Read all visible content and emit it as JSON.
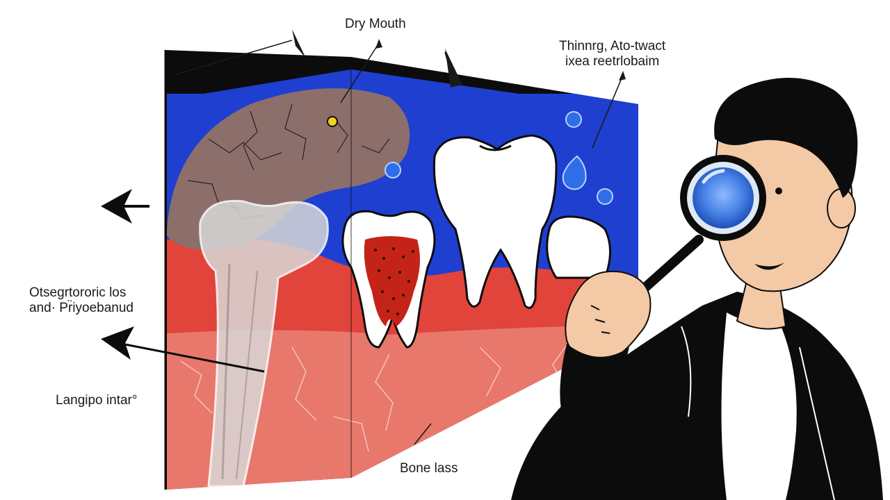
{
  "labels": {
    "dry_mouth": "Dry Mouth",
    "thinning": [
      "Thinnrg, Ato-twact",
      "ixea reetrlobaim"
    ],
    "osteoporotic": [
      "Otsegrtororic los",
      "and· Pr̈iyoebanud"
    ],
    "langipo": "Langipo intar°",
    "bone_loss": "Bone lass"
  },
  "colors": {
    "panel_black": "#0c0c0c",
    "background_blue": "#1f3fd1",
    "gum_red": "#e0443a",
    "bone_salmon": "#e8786c",
    "cracked_tissue": "#8c6f6b",
    "tooth_white": "#ffffff",
    "decay_red": "#c42418",
    "skin": "#f4c9a6",
    "lens_blue": "#4a86e8",
    "droplet_blue": "#2f6ee8"
  },
  "icons": [
    "arrow-left-icon",
    "magnifying-glass-icon",
    "water-droplet-icon",
    "tooth-icon"
  ]
}
